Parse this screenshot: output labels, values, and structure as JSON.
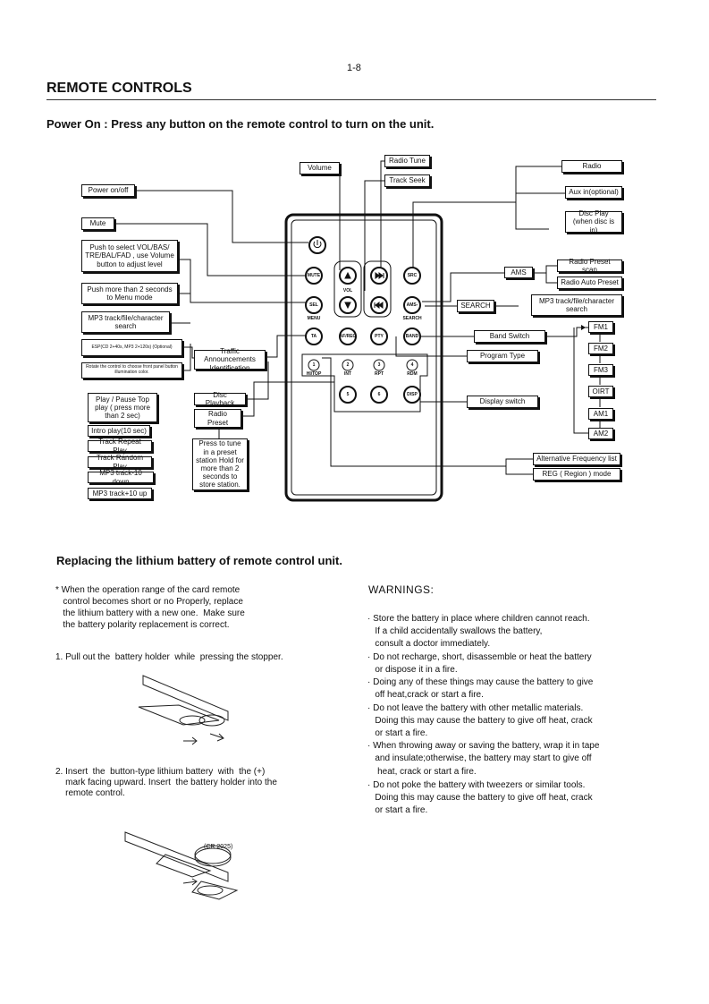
{
  "page_number": "1-8",
  "title": "REMOTE CONTROLS",
  "power_on": "Power On : Press any button on the remote control to turn on the unit.",
  "callouts": {
    "volume": "Volume",
    "radio_tune": "Radio Tune",
    "track_seek": "Track Seek",
    "power": "Power on/off",
    "mute": "Mute",
    "push_select": "Push to select VOL/BAS/ TRE/BAL/FAD , use Volume button to adjust level",
    "push_more": "Push more than 2 seconds to Menu mode",
    "mp3_search_left": "MP3 track/file/character search",
    "esp": "ESP(CD 2+40s, MP3 2+120s) (Optional)",
    "rotate": "Rotate the control to choose front panel button illumination color.",
    "traffic": "Traffic Announcements Identification",
    "play_pause": "Play / Pause Top play ( press more than 2 sec)",
    "disc_playback": "Disc Playback",
    "radio_preset": "Radio Preset",
    "intro": "Intro play(10 sec)",
    "repeat": "Track Repeat Play",
    "random": "Track Random Play",
    "down10": "MP3 track-10 down",
    "up10": "MP3 track+10 up",
    "press_tune": "Press to tune in a preset station Hold for more than 2 seconds to store station.",
    "radio": "Radio",
    "aux": "Aux in(optional)",
    "disc_play": "Disc Play (when disc is in)",
    "ams": "AMS",
    "radio_preset_scan": "Radio Preset scan",
    "radio_auto_preset": "Radio Auto Preset",
    "search": "SEARCH",
    "mp3_search_right": "MP3 track/file/character search",
    "band_switch": "Band Switch",
    "program_type": "Program Type",
    "display_switch": "Display switch",
    "alt_freq": "Alternative Frequency list",
    "reg_mode": "REG ( Region ) mode",
    "fm1": "FM1",
    "fm2": "FM2",
    "fm3": "FM3",
    "oirt": "OIRT",
    "am1": "AM1",
    "am2": "AM2"
  },
  "remote_buttons": {
    "mute": "MUTE",
    "src": "SRC",
    "sel": "SEL",
    "ams": "AMS-",
    "vol": "VOL",
    "menu": "MENU",
    "search": "SEARCH",
    "ta": "TA",
    "af_reg": "AF/REG",
    "pty": "PTY",
    "band": "BAND",
    "disp": "DISP",
    "n1": "1",
    "n2": "2",
    "n3": "3",
    "n4": "4",
    "n5": "5",
    "n6": "6",
    "hi_top": "HI/TOP",
    "int": "INT",
    "rpt": "RPT",
    "rdm": "RDM"
  },
  "battery_heading": "Replacing the lithium battery of remote control unit.",
  "note_lines": [
    "* When the operation range of the card remote",
    "   control becomes short or no Properly, replace",
    "   the lithium battery with a new one.  Make sure",
    "   the battery polarity replacement is correct."
  ],
  "step1": "1. Pull out the  battery holder  while  pressing the stopper.",
  "step2_lines": [
    "2. Insert  the  button-type lithium battery  with  the (+)",
    "    mark facing upward. Insert  the battery holder into the",
    "    remote control."
  ],
  "battery_label": "(CR 2025)",
  "warnings_title": "WARNINGS:",
  "warnings_lines": [
    "· Store the battery in place where children cannot reach.",
    "   If a child accidentally swallows the battery,",
    "   consult a doctor immediately.",
    "· Do not recharge, short, disassemble or heat the battery",
    "   or dispose it in a fire.",
    "· Doing any of these things may cause the battery to give",
    "   off heat,crack or start a fire.",
    "· Do not leave the battery with other metallic materials.",
    "   Doing this may cause the battery to give off heat, crack",
    "   or start a fire.",
    "· When throwing away or saving the battery, wrap it in tape",
    "   and insulate;otherwise, the battery may start to give off",
    "    heat, crack or start a fire.",
    "· Do not poke the battery with tweezers or similar tools.",
    "   Doing this may cause the battery to give off heat, crack",
    "   or start a fire."
  ]
}
